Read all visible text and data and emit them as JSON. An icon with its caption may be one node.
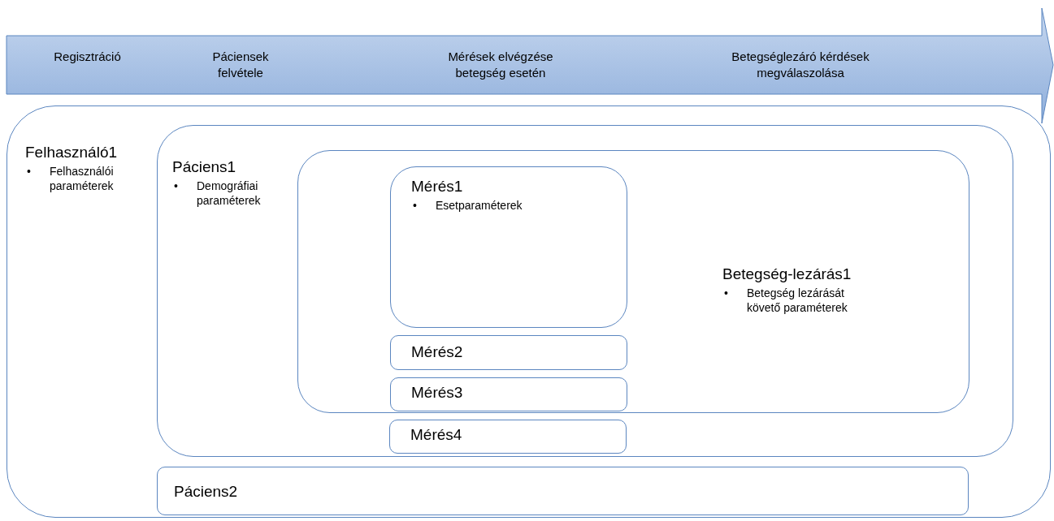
{
  "diagram": {
    "nodes": [
      {
        "text": [
          "Regisztráció",
          "Páciensek felvétele",
          "Mérések elvégzése betegség esetén",
          "Betegséglezáró kérdések megválaszolása"
        ]
      },
      {
        "text": [
          "Felhasználó1",
          "Felhasználói paraméterek"
        ]
      },
      {
        "text": [
          "Páciens1",
          "Demográfiai paraméterek"
        ],
        "in": 1
      },
      {
        "text": [
          "Betegség-lezárás1",
          "Betegség lezárását követő paraméterek"
        ],
        "in": 2
      },
      {
        "text": [
          "Mérés1",
          "Esetparaméterek"
        ],
        "in": 3
      },
      {
        "text": [
          "Mérés2"
        ],
        "in": 3
      },
      {
        "text": [
          "Mérés3"
        ],
        "in": 3
      },
      {
        "text": [
          "Mérés4"
        ],
        "in": 2
      },
      {
        "text": [
          "Páciens2"
        ],
        "in": 1
      }
    ],
    "labels": [
      "•",
      "•",
      "•",
      "•"
    ]
  }
}
